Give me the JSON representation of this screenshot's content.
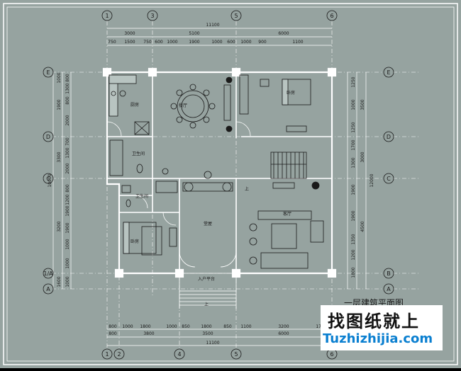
{
  "plan": {
    "title": "一层建筑平面图",
    "axes_top": [
      "1",
      "3",
      "5",
      "6"
    ],
    "axes_bottom": [
      "1",
      "2",
      "4",
      "5",
      "6"
    ],
    "axes_rows": [
      "E",
      "D",
      "C",
      "B",
      "1/A",
      "A"
    ],
    "top_dims": {
      "total": "11100",
      "row2": [
        "3000",
        "5100",
        "6000"
      ],
      "row3": [
        "750",
        "1500",
        "750",
        "600",
        "1000",
        "1900",
        "1000",
        "600",
        "1000",
        "900",
        "1100"
      ]
    },
    "bottom_dims": {
      "row1": [
        "800",
        "1000",
        "1800",
        "1000",
        "850",
        "1800",
        "850",
        "1100",
        "3200",
        "1700"
      ],
      "row2": [
        "800",
        "3800",
        "3500",
        "6000"
      ],
      "total": "11100"
    },
    "left_dims": {
      "inner": [
        "800",
        "1300",
        "800",
        "2000",
        "700",
        "1300",
        "2000",
        "800",
        "1200",
        "1900",
        "1900",
        "1000",
        "1000",
        "1000"
      ],
      "middle": [
        "1000",
        "1900",
        "3300",
        "3200",
        "1600"
      ],
      "total": "10000"
    },
    "right_dims": {
      "inner": [
        "1250",
        "1000",
        "1250",
        "1700",
        "1300",
        "1900",
        "1900",
        "1350",
        "1200",
        "1800"
      ],
      "middle": [
        "3500",
        "3000",
        "4500"
      ],
      "total": "12000"
    },
    "rooms": {
      "kitchen": "厨房",
      "dining": "餐厅",
      "bedroom_ne": "卧房",
      "bath_1": "卫生间",
      "bath_2": "卫生间",
      "bedroom_sw": "卧房",
      "hall": "堂屋",
      "living": "客厅",
      "entrance": "入户平台"
    },
    "marks": {
      "up_stair": "上",
      "up_entry": "上"
    }
  },
  "watermark": {
    "cn": "找图纸就上",
    "en": "Tuzhizhijia.com"
  },
  "colors": {
    "background": "#96a3a0",
    "frame": "#ffffff",
    "line": "#ffffff",
    "dark": "#1a1a1a"
  }
}
